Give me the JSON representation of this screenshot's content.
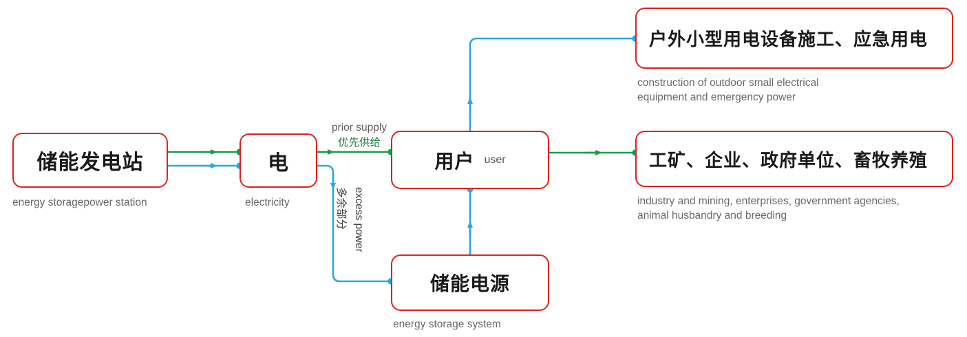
{
  "diagram": {
    "title": "energy storage power supply flow",
    "colors": {
      "box_border": "#e02020",
      "green_wire": "#13a04a",
      "blue_wire": "#29a8e0",
      "caption_text": "#676767",
      "node_text": "#1a1a1a"
    }
  },
  "nodes": {
    "station": {
      "cn": "储能发电站",
      "caption": "energy storagepower station"
    },
    "electricity": {
      "cn": "电",
      "caption": "electricity"
    },
    "user": {
      "cn": "用户",
      "en_inline": "user",
      "caption": ""
    },
    "ess": {
      "cn": "储能电源",
      "caption": "energy storage system"
    },
    "outdoor": {
      "cn": "户外小型用电设备施工、应急用电",
      "caption": "construction of outdoor small electrical\nequipment and emergency power"
    },
    "industry": {
      "cn": "工矿、企业、政府单位、畜牧养殖",
      "caption": "industry and mining, enterprises, government agencies,\nanimal husbandry and breeding"
    }
  },
  "edges": {
    "prior_supply": {
      "en": "prior supply",
      "cn": "优先供给"
    },
    "excess_power": {
      "cn": "多余部分",
      "en": "excess power"
    }
  }
}
